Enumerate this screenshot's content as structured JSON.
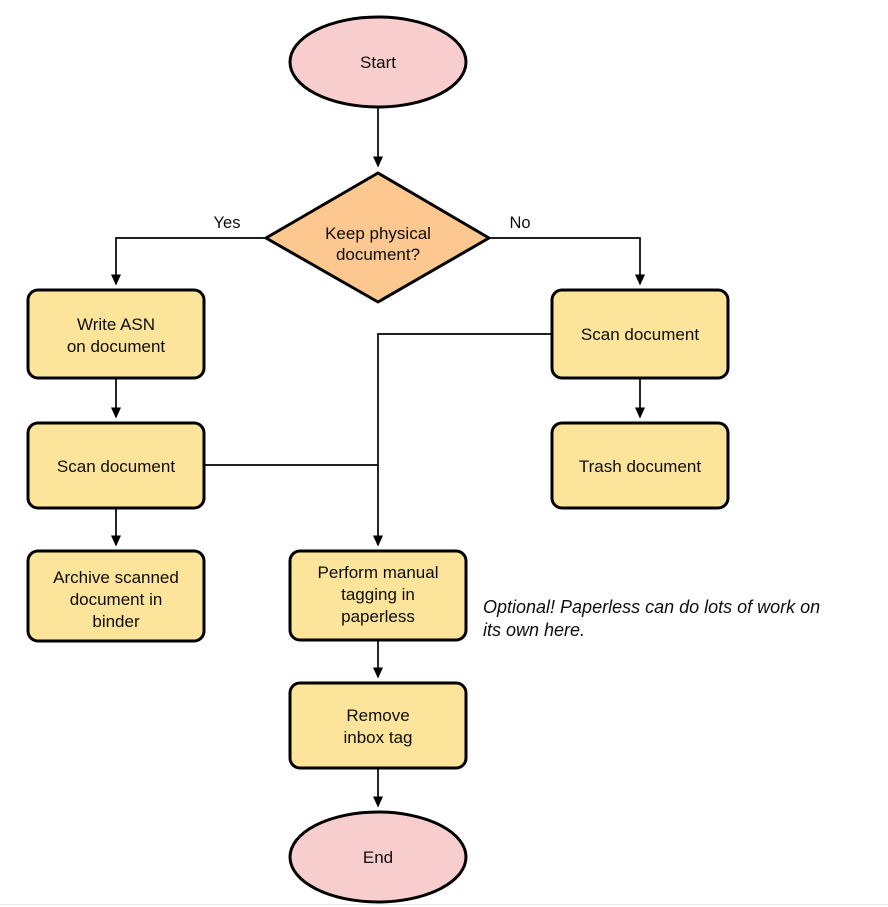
{
  "colors": {
    "terminator_fill": "#f8cdcd",
    "decision_fill": "#fcc890",
    "process_fill": "#fde49b",
    "stroke": "#000000",
    "background": "#ffffff"
  },
  "nodes": {
    "start": {
      "label": "Start"
    },
    "decision": {
      "line1": "Keep physical",
      "line2": "document?"
    },
    "write_asn": {
      "line1": "Write ASN",
      "line2": "on document"
    },
    "scan_left": {
      "label": "Scan document"
    },
    "archive": {
      "line1": "Archive scanned",
      "line2": "document in",
      "line3": "binder"
    },
    "scan_right": {
      "label": "Scan document"
    },
    "trash": {
      "label": "Trash document"
    },
    "tagging": {
      "line1": "Perform manual",
      "line2": "tagging in",
      "line3": "paperless"
    },
    "remove_inbox": {
      "line1": "Remove",
      "line2": "inbox tag"
    },
    "end": {
      "label": "End"
    }
  },
  "edge_labels": {
    "yes": "Yes",
    "no": "No"
  },
  "annotation": {
    "line1": "Optional! Paperless can do lots of work on",
    "line2": "its own here."
  }
}
